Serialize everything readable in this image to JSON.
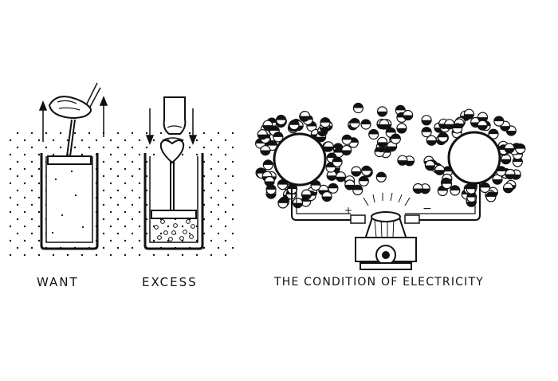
{
  "panels": {
    "want": {
      "caption": "WANT"
    },
    "excess": {
      "caption": "EXCESS"
    },
    "electricity": {
      "caption": "THE CONDITION OF ELECTRICITY",
      "plus_sign": "+",
      "minus_sign": "−"
    }
  },
  "colors": {
    "ink": "#111111",
    "paper": "#ffffff"
  }
}
